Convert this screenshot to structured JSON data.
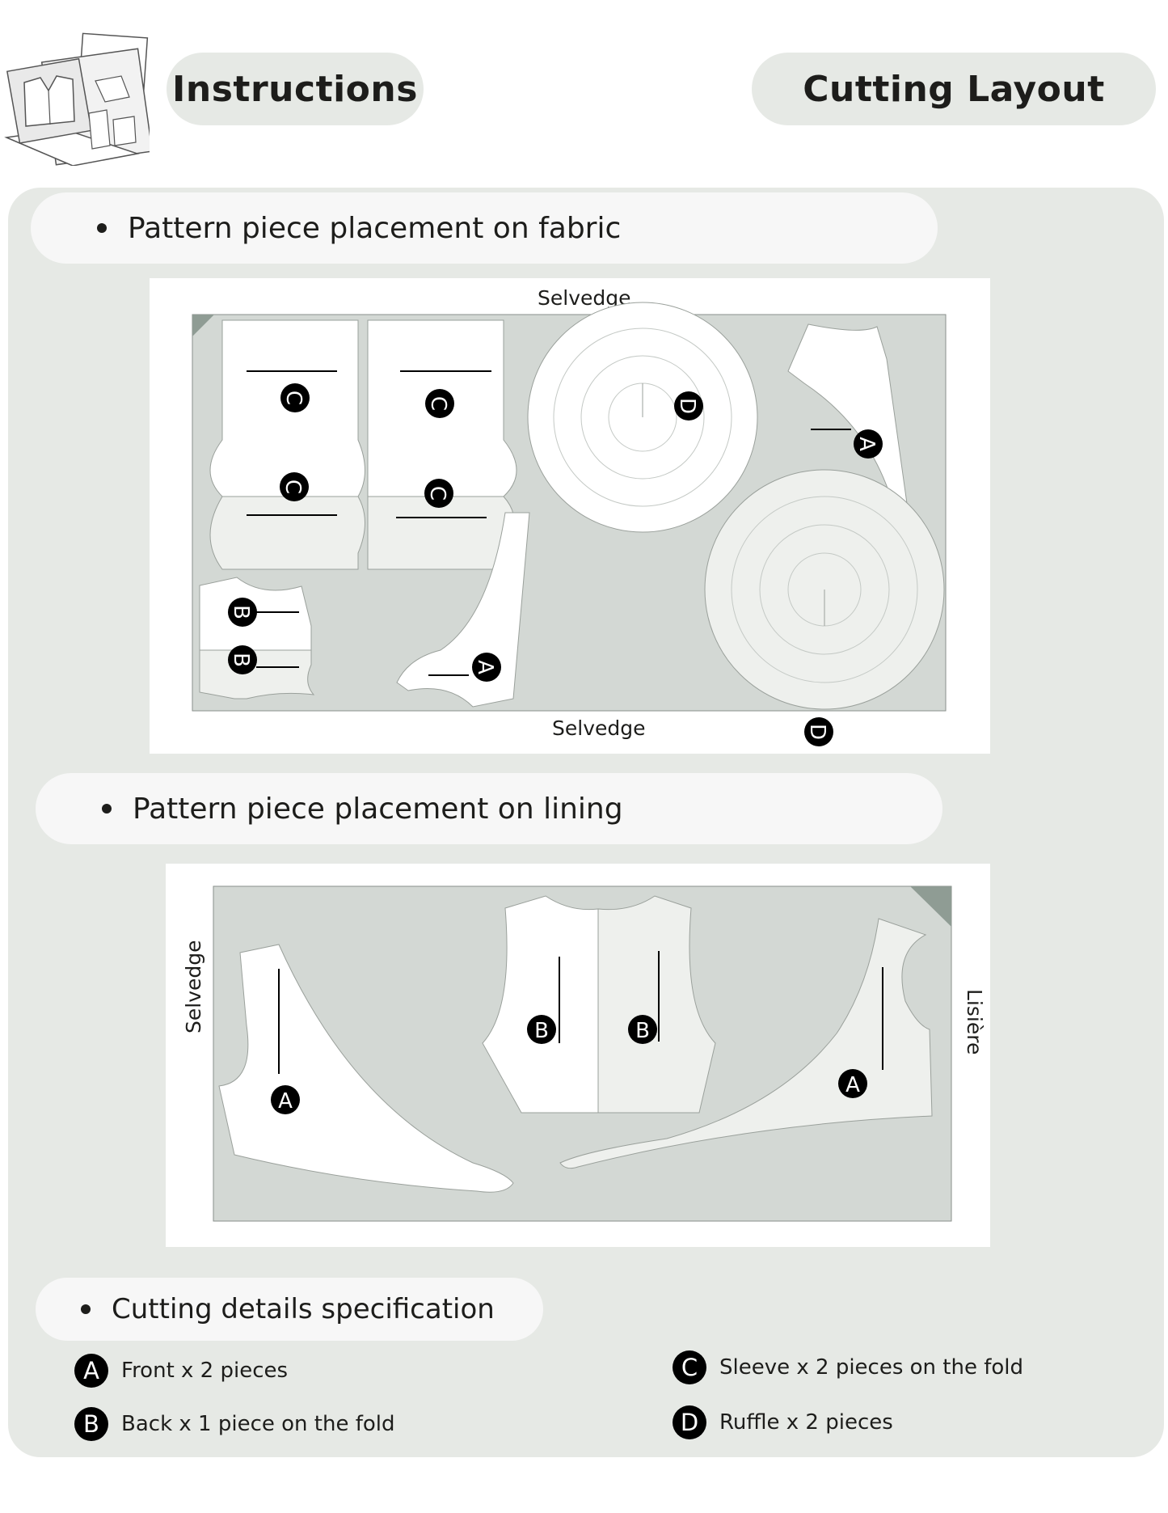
{
  "header": {
    "instructions_label": "Instructions",
    "section_label": "Cutting Layout"
  },
  "fabric_section": {
    "heading": "Pattern piece placement on fabric",
    "top_edge_label": "Selvedge",
    "bottom_edge_label": "Selvedge"
  },
  "lining_section": {
    "heading": "Pattern piece placement on lining",
    "left_edge_label": "Selvedge",
    "right_edge_label": "Lisière"
  },
  "details_section": {
    "heading": "Cutting details specification",
    "legend": [
      {
        "letter": "A",
        "text": "Front x 2 pieces"
      },
      {
        "letter": "B",
        "text": "Back x 1 piece on the fold"
      },
      {
        "letter": "C",
        "text": "Sleeve x 2 pieces on the fold"
      },
      {
        "letter": "D",
        "text": "Ruffle x 2 pieces"
      }
    ]
  },
  "piece_letters": {
    "a": "A",
    "b": "B",
    "c": "C",
    "d": "D"
  },
  "colors": {
    "panel": "#e6e9e5",
    "fabric": "#d3d8d4",
    "piece": "#ffffff",
    "piece_shaded": "#eef0ed",
    "fold_corner": "#8f9c94",
    "badge": "#000000"
  }
}
